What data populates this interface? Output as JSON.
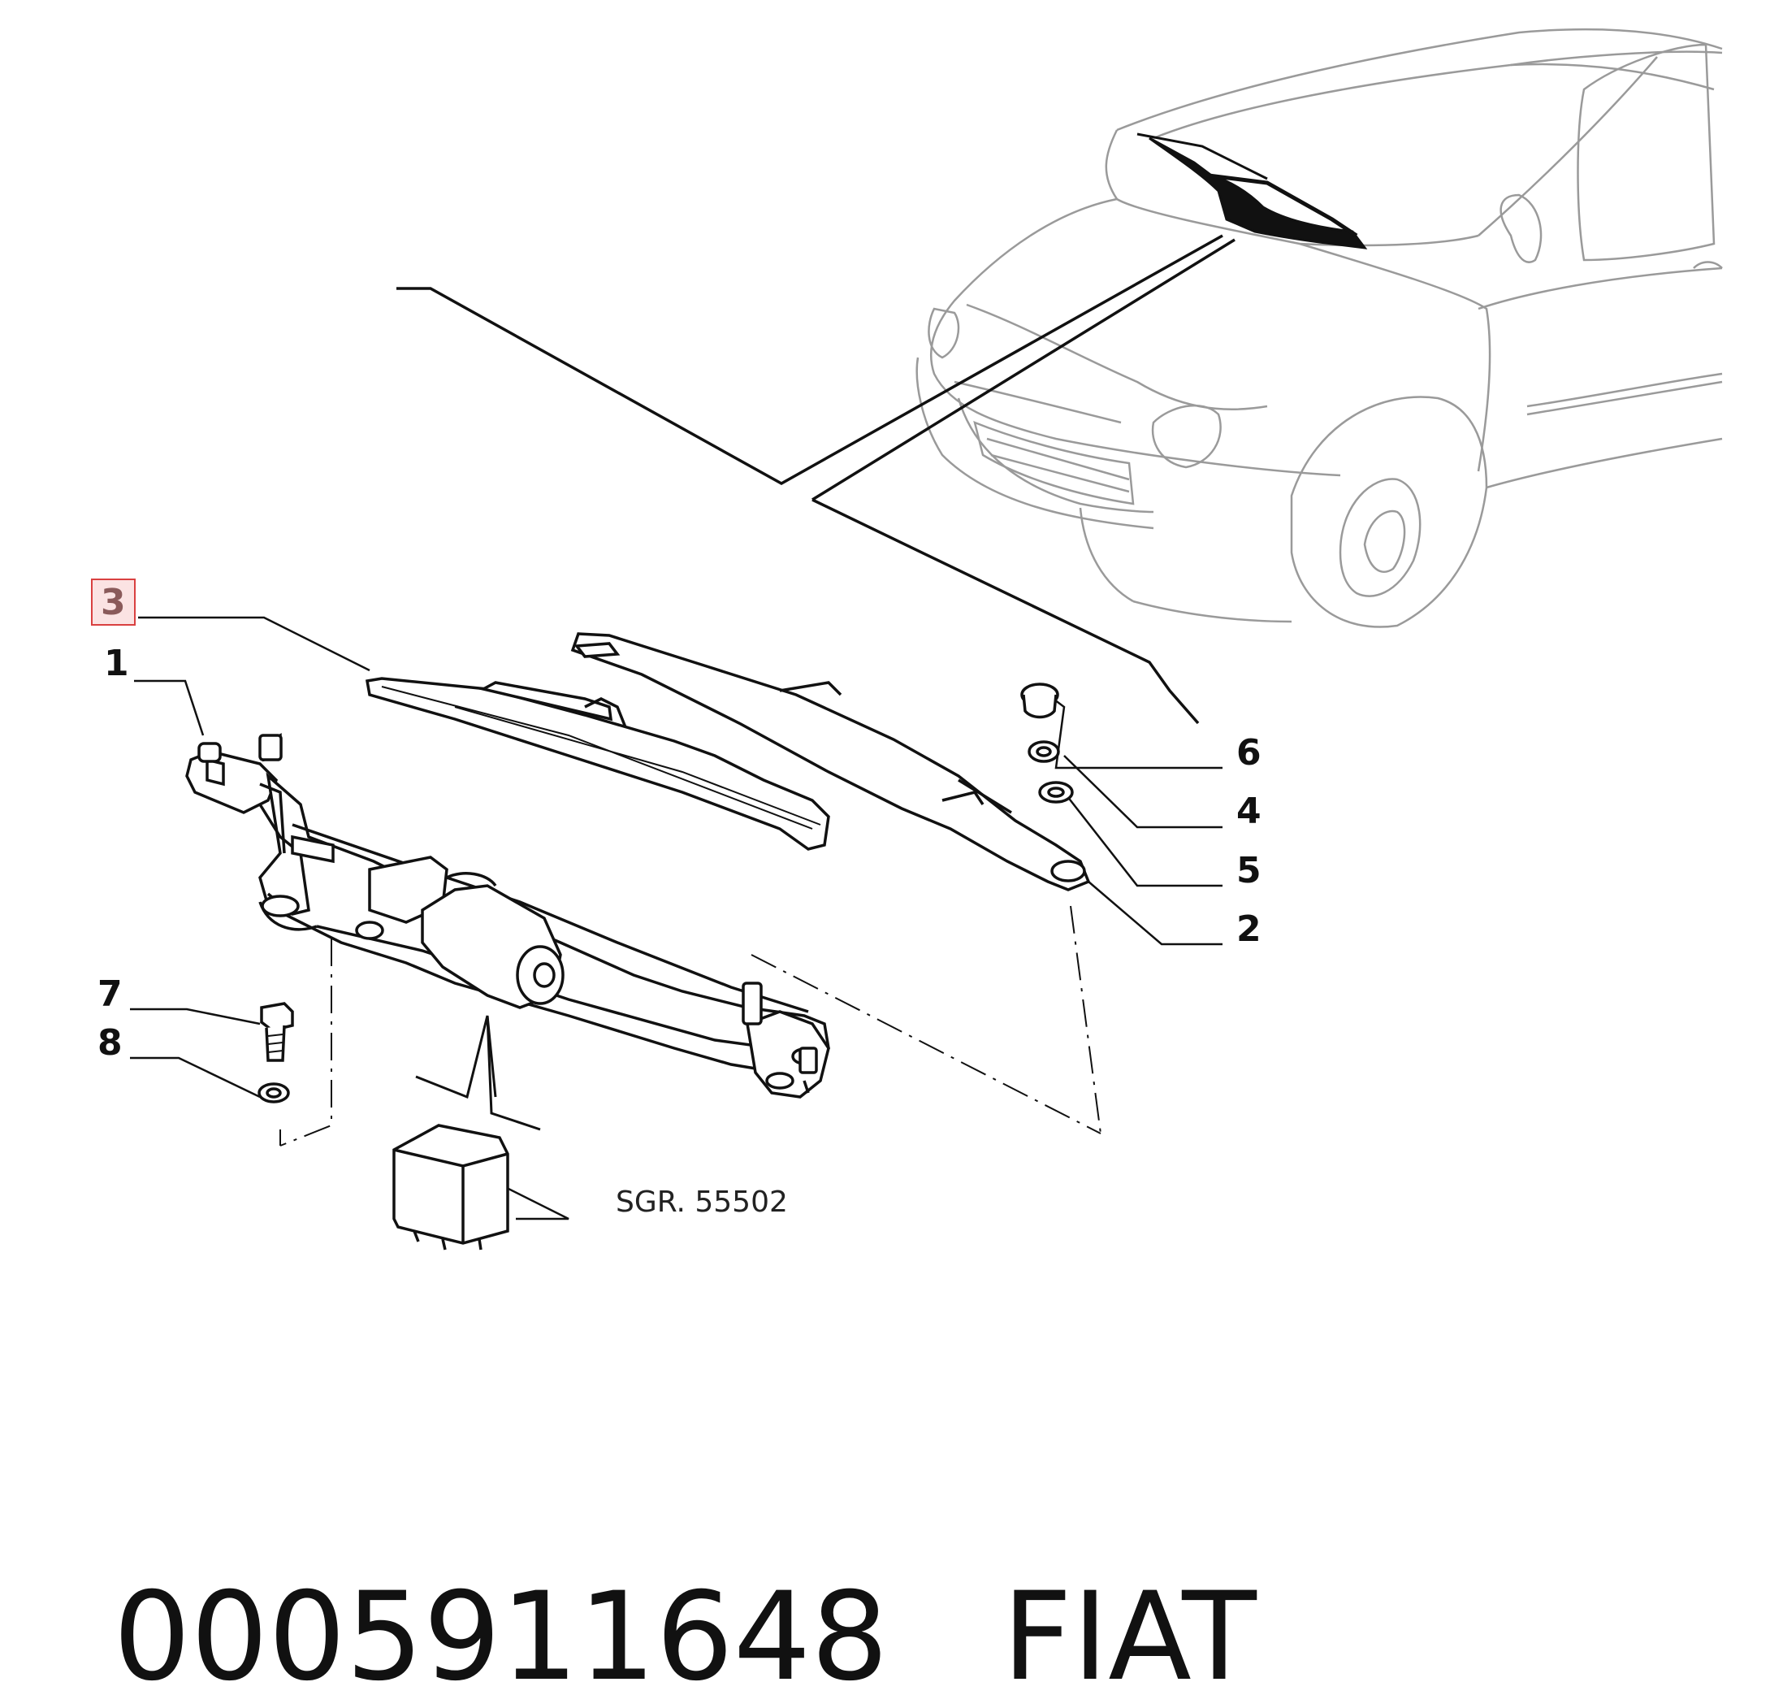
{
  "diagram": {
    "callouts": {
      "c1": "1",
      "c2": "2",
      "c3": "3",
      "c4": "4",
      "c5": "5",
      "c6": "6",
      "c7": "7",
      "c8": "8"
    },
    "reference": "SGR. 55502",
    "highlighted_callout": "3",
    "highlight_color": "#d94040"
  },
  "footer": {
    "part_number": "0005911648",
    "brand": "FIAT"
  }
}
